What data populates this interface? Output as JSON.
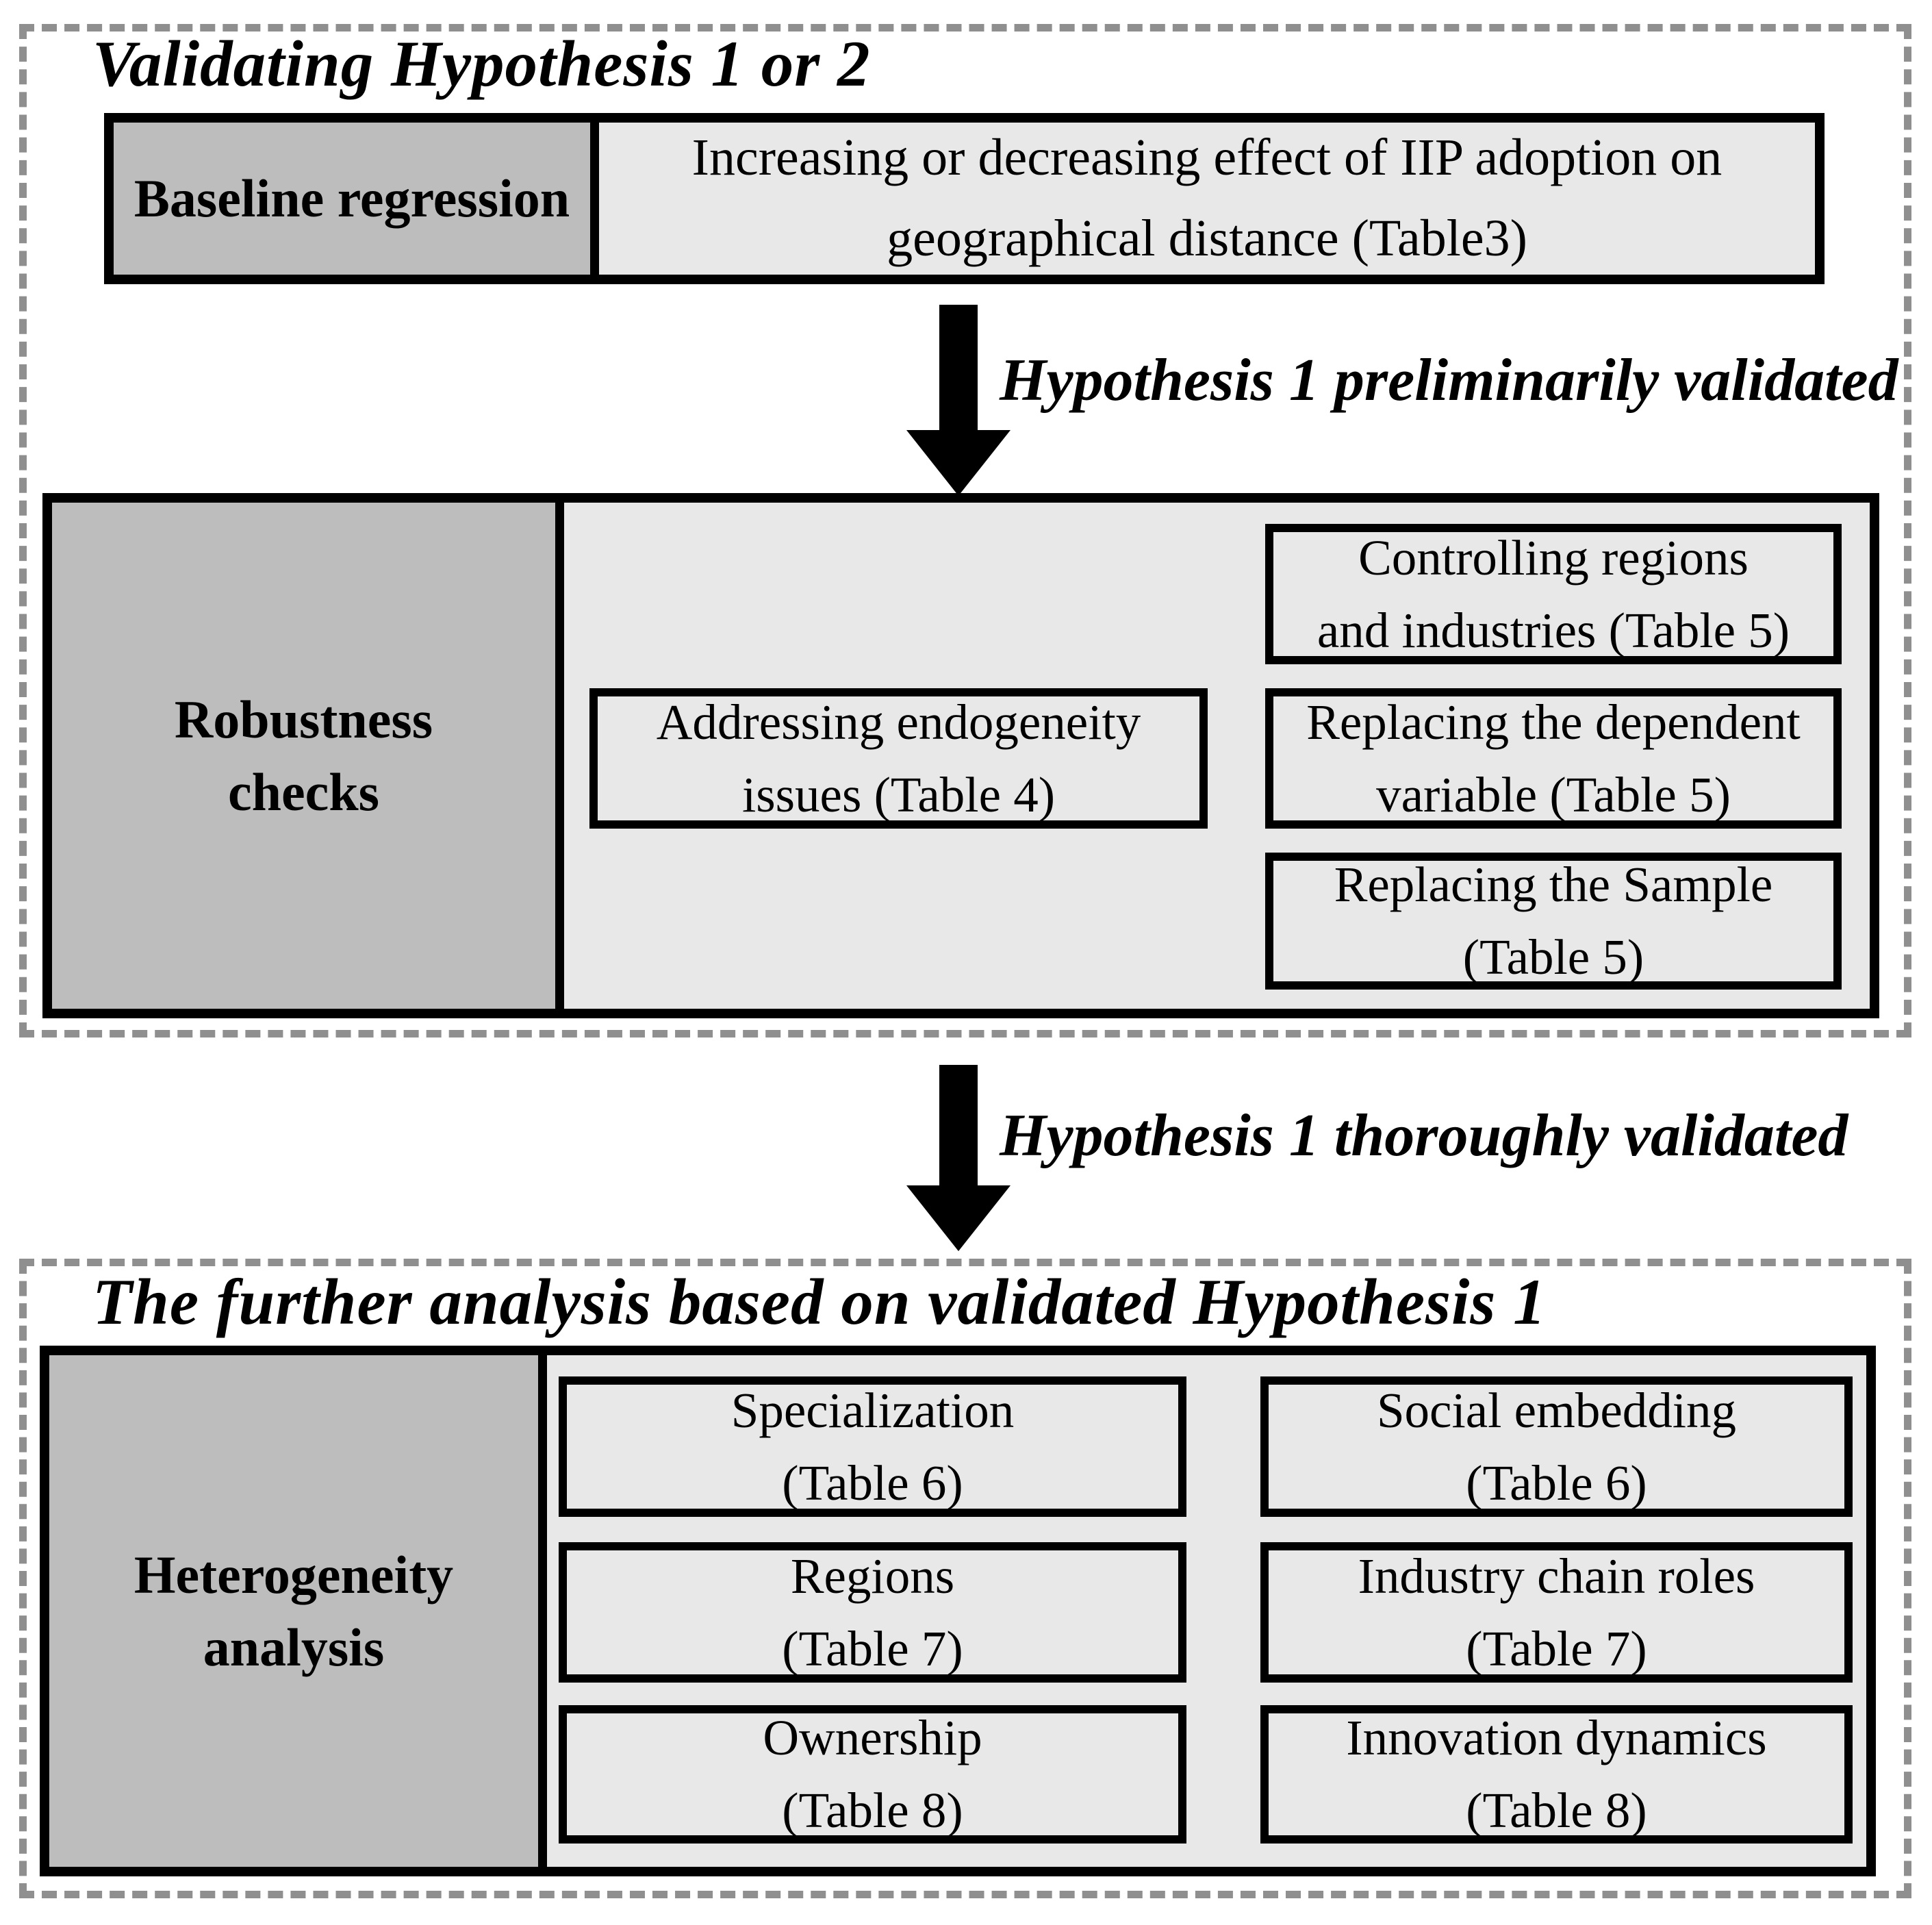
{
  "colors": {
    "dark_gray": "#bdbdbd",
    "light_gray": "#e8e8e8",
    "dashed_border": "#8f8f8f",
    "line_black": "#000000"
  },
  "section_validating": {
    "title": "Validating Hypothesis 1 or 2",
    "baseline": {
      "header": "Baseline regression",
      "body": "Increasing or decreasing effect of IIP adoption on\ngeographical distance (Table3)"
    },
    "arrow_label": "Hypothesis 1 preliminarily validated",
    "robustness": {
      "header": "Robustness\nchecks",
      "endogeneity_box": "Addressing endogeneity\nissues (Table 4)",
      "right_items": [
        "Controlling regions\nand industries (Table 5)",
        "Replacing the dependent\nvariable (Table 5)",
        "Replacing the Sample\n(Table 5)"
      ]
    }
  },
  "arrow_between_sections_label": "Hypothesis 1 thoroughly validated",
  "section_further": {
    "title": "The further analysis based on validated Hypothesis 1",
    "heterogeneity": {
      "header": "Heterogeneity\nanalysis",
      "grid": [
        "Specialization\n(Table 6)",
        "Social embedding\n(Table 6)",
        "Regions\n(Table 7)",
        "Industry chain roles\n(Table 7)",
        "Ownership\n(Table 8)",
        "Innovation dynamics\n(Table 8)"
      ]
    }
  }
}
